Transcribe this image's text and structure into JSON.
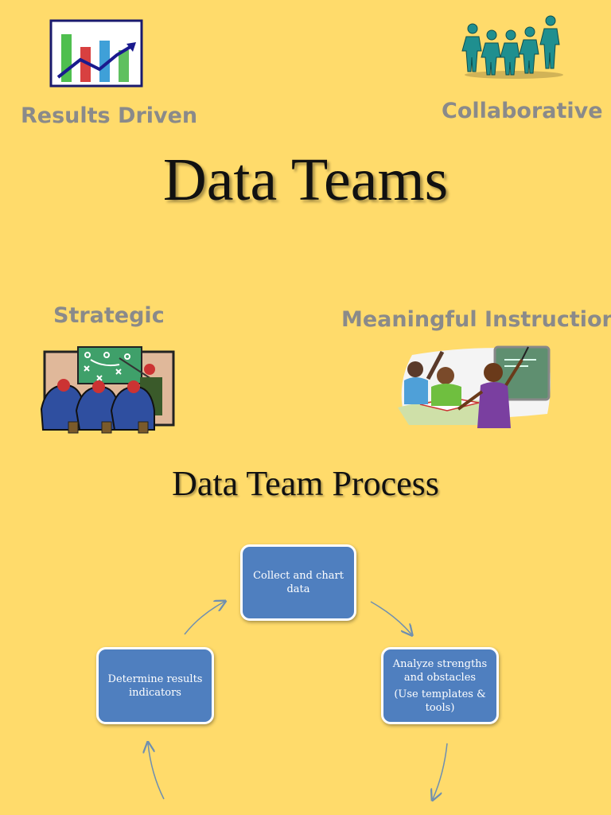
{
  "labels": {
    "results_driven": "Results Driven",
    "collaborative": "Collaborative",
    "strategic": "Strategic",
    "meaningful_instruction": "Meaningful Instruction"
  },
  "title": "Data Teams",
  "process_title": "Data Team Process",
  "process": {
    "collect": "Collect and chart data",
    "analyze": "Analyze strengths and obstacles",
    "analyze_note": "(Use templates & tools)",
    "determine": "Determine results indicators"
  },
  "colors": {
    "background": "#ffdb6b",
    "node_fill": "#4f7fbf",
    "label_gray": "#8a8a8a",
    "arrow": "#6f8fb0"
  },
  "icons": [
    "bar-chart-icon",
    "people-chain-icon",
    "strategy-meeting-icon",
    "classroom-icon"
  ]
}
